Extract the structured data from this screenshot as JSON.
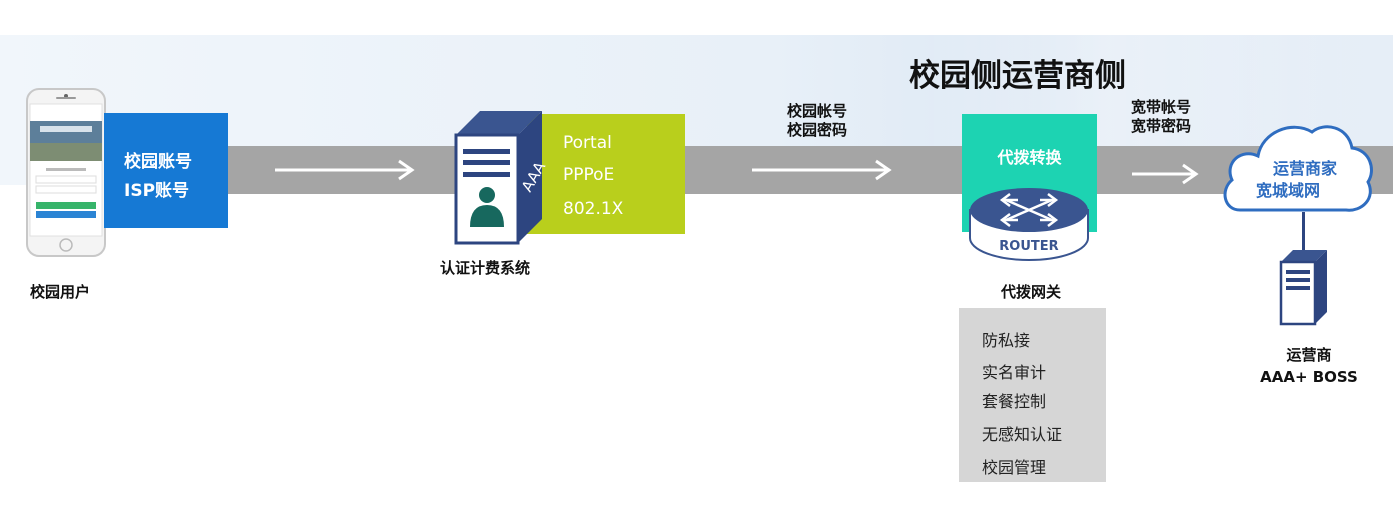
{
  "title": "校园侧运营商侧",
  "campus_user": {
    "label": "校园用户",
    "box_lines": [
      "校园账号",
      "ISP账号"
    ]
  },
  "auth_system": {
    "label": "认证计费系统",
    "server_text": "AAA",
    "protocols": [
      "Portal",
      "PPPoE",
      "802.1X"
    ]
  },
  "arrow_campus": {
    "lines": [
      "校园帐号",
      "校园密码"
    ]
  },
  "gateway": {
    "box_label": "代拨转换",
    "router_text": "ROUTER",
    "label": "代拨网关",
    "features": [
      "防私接",
      "实名审计",
      "套餐控制",
      "无感知认证",
      "校园管理"
    ]
  },
  "arrow_broadband": {
    "lines": [
      "宽带帐号",
      "宽带密码"
    ]
  },
  "cloud": {
    "lines": [
      "运营商家",
      "宽城域网"
    ]
  },
  "operator": {
    "lines": [
      "运营商",
      "AAA+ BOSS"
    ]
  },
  "colors": {
    "blue": "#1679d4",
    "green": "#b9cf1c",
    "teal": "#1dd3b2",
    "navy": "#2d4580",
    "gray_bar": "#a5a5a5",
    "feature_bg": "#d6d6d6"
  }
}
